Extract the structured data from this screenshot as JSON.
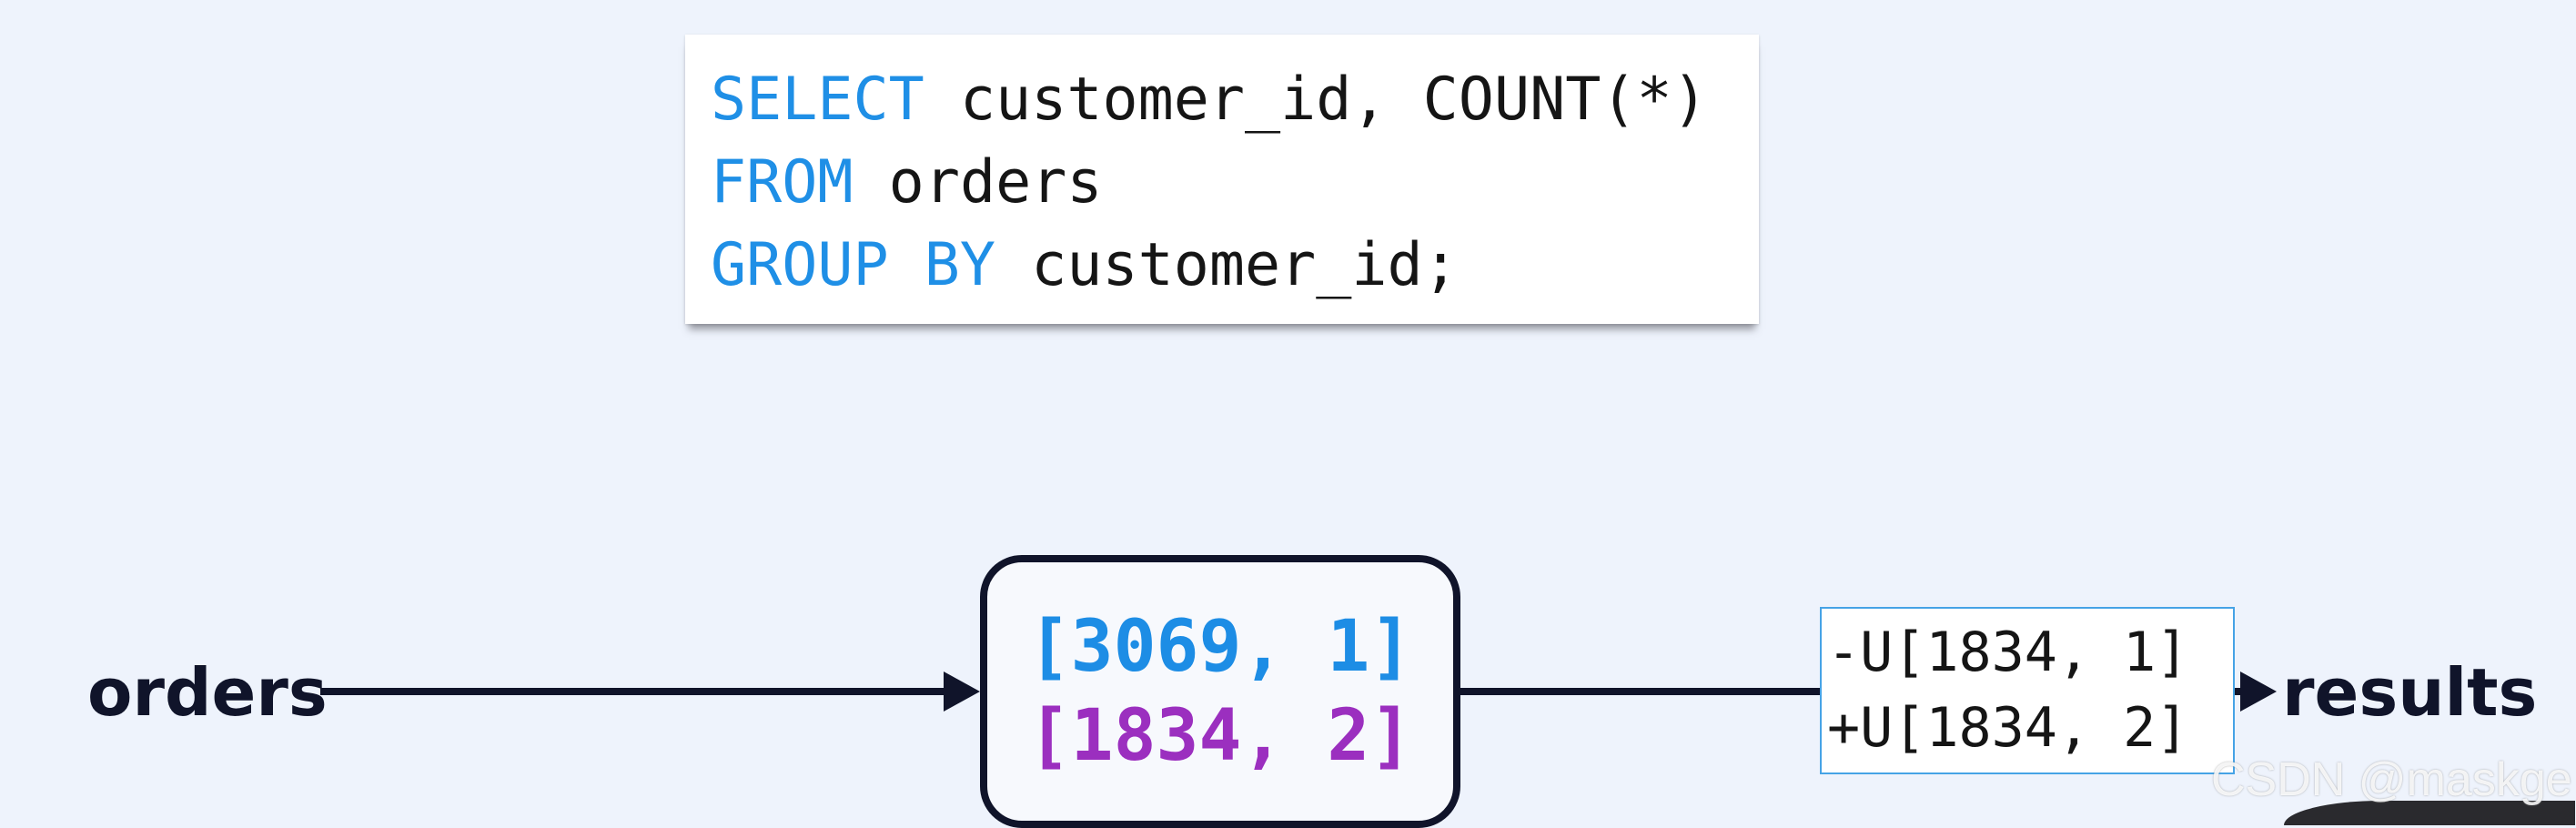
{
  "sql": {
    "lines": [
      {
        "keyword": "SELECT",
        "rest": " customer_id, COUNT(*)"
      },
      {
        "keyword": "FROM",
        "rest": " orders"
      },
      {
        "keyword": "GROUP BY",
        "rest": " customer_id;"
      }
    ]
  },
  "diagram": {
    "source_label": "orders",
    "sink_label": "results",
    "state_rows": [
      "[3069, 1]",
      "[1834, 2]"
    ],
    "changelog_rows": [
      "-U[1834, 1]",
      "+U[1834, 2]"
    ]
  },
  "watermark": "CSDN @maskge",
  "colors": {
    "keyword": "#1f8fe6",
    "state_row_1": "#1d8de5",
    "state_row_2": "#9b2fbf",
    "line": "#10142a",
    "changelog_border": "#46a3e6"
  }
}
